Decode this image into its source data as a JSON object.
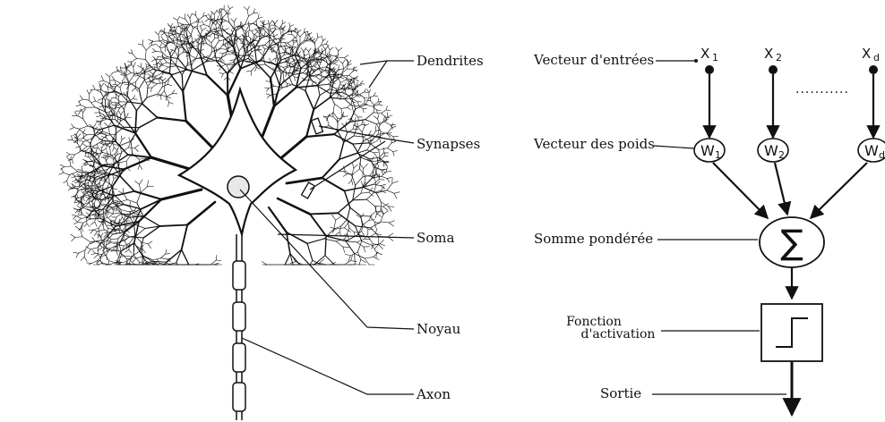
{
  "neuron": {
    "labels": {
      "dendrites": "Dendrites",
      "synapses": "Synapses",
      "soma": "Soma",
      "noyau": "Noyau",
      "axon": "Axon"
    }
  },
  "perceptron": {
    "labels": {
      "inputs": "Vecteur d'entrées",
      "weights": "Vecteur des poids",
      "sum": "Somme pondérée",
      "activation_line1": "Fonction",
      "activation_line2": "d'activation",
      "output": "Sortie"
    },
    "inputs": [
      {
        "base": "X",
        "sub": "1"
      },
      {
        "base": "X",
        "sub": "2"
      },
      {
        "base": "X",
        "sub": "d"
      }
    ],
    "weights": [
      {
        "base": "W",
        "sub": "1"
      },
      {
        "base": "W",
        "sub": "2"
      },
      {
        "base": "W",
        "sub": "d"
      }
    ],
    "ellipsis": "...........",
    "sum_symbol": "∑"
  }
}
